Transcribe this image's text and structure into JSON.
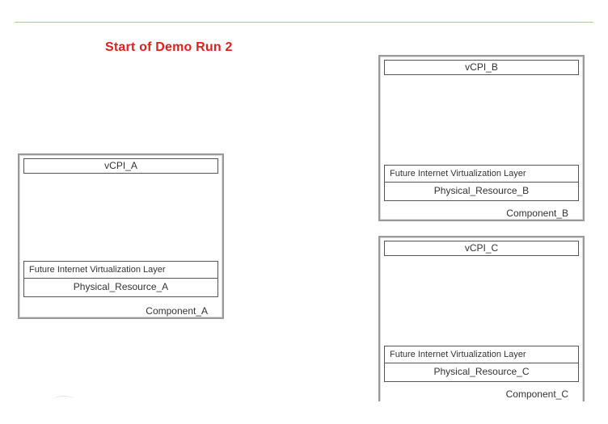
{
  "title": "Start of Demo Run 2",
  "components": [
    {
      "vcpi": "vCPI_A",
      "virtualization_layer": "Future Internet Virtualization Layer",
      "physical_resource": "Physical_Resource_A",
      "component": "Component_A"
    },
    {
      "vcpi": "vCPI_B",
      "virtualization_layer": "Future Internet Virtualization Layer",
      "physical_resource": "Physical_Resource_B",
      "component": "Component_B"
    },
    {
      "vcpi": "vCPI_C",
      "virtualization_layer": "Future Internet Virtualization Layer",
      "physical_resource": "Physical_Resource_C",
      "component": "Component_C"
    }
  ]
}
